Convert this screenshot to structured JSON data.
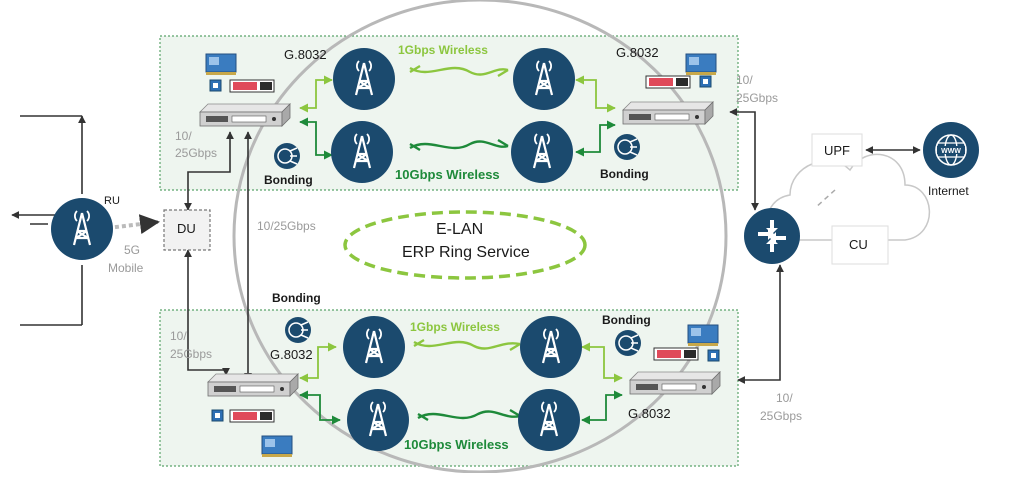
{
  "top_site": {
    "g8032_left": "G.8032",
    "g8032_right": "G.8032",
    "wireless_1g": "1Gbps Wireless",
    "wireless_10g": "10Gbps Wireless",
    "bonding_left": "Bonding",
    "bonding_right": "Bonding",
    "speed_left": [
      "10/",
      "25Gbps"
    ],
    "speed_right": [
      "10/",
      "25Gbps"
    ]
  },
  "bottom_site": {
    "g8032_left": "G.8032",
    "g8032_right": "G.8032",
    "wireless_1g": "1Gbps Wireless",
    "wireless_10g": "10Gbps Wireless",
    "bonding_top": "Bonding",
    "bonding_right": "Bonding",
    "speed_left": [
      "10/",
      "25Gbps"
    ],
    "speed_right": [
      "10/",
      "25Gbps"
    ]
  },
  "ran": {
    "ru_label": "RU",
    "mobile_label": [
      "5G",
      "Mobile"
    ],
    "du_label": "DU",
    "du_link_speed": "10/25Gbps"
  },
  "service": {
    "line1": "E-LAN",
    "line2": "ERP Ring Service"
  },
  "core": {
    "upf_label": "UPF",
    "cu_label": "CU",
    "internet_label": "Internet"
  },
  "colors": {
    "navy": "#1b4a6e",
    "light_green": "#8cc63f",
    "dark_green": "#1e8a3a",
    "site_border": "#5aa36a",
    "site_fill": "#eef5ef",
    "ring": "#b8b8b8",
    "dashed_ellipse": "#8cc63f"
  }
}
